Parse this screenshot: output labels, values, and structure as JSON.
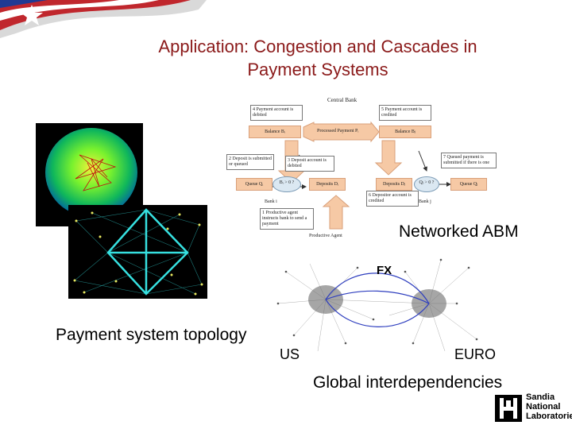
{
  "slide": {
    "title_line1": "Application: Congestion and Cascades in",
    "title_line2": "Payment Systems"
  },
  "diagram": {
    "central_bank": "Central Bank",
    "note_debited": "4 Payment account is debited",
    "note_credited": "5 Payment account is credited",
    "balance_i": "Balance Bᵢ",
    "processed_payment": "Processed Payment Pᵢ",
    "balance_j": "Balance Bⱼ",
    "note_submitted": "2 Deposit is submitted or queued",
    "note_deposit_debited": "3 Deposit account is debited",
    "note_queued_released": "7 Queued payment is submitted if there is one",
    "queue_i": "Queue Qᵢ",
    "condition_i": "Bᵢ > 0 ?",
    "deposits_i": "Deposits Dᵢ",
    "deposits_j": "Deposits Dⱼ",
    "condition_j": "Qⱼ > 0 ?",
    "queue_j": "Queue Qⱼ",
    "bank_i": "Bank i",
    "bank_j": "Bank j",
    "note_deposit_credited": "6 Depositor account is credited",
    "note_agent": "1 Productive agent instructs bank to send a payment",
    "productive_agent": "Productive Agent"
  },
  "labels": {
    "networked_abm": "Networked ABM",
    "fx": "FX",
    "payment_topology": "Payment system topology",
    "us": "US",
    "euro": "EURO",
    "global": "Global interdependencies"
  },
  "logo": {
    "line1": "Sandia",
    "line2": "National",
    "line3": "Laboratories"
  },
  "colors": {
    "title": "#8b1a1a",
    "flag_red": "#c0272d",
    "flag_blue": "#1f3a93",
    "network_cyan": "#36e0e0",
    "arrow_peach": "#f6c9a5"
  }
}
